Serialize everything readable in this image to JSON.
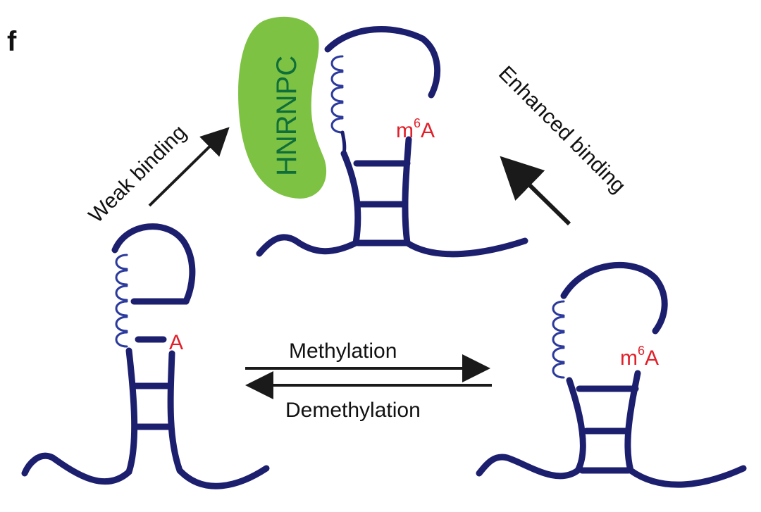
{
  "panel_label": "f",
  "protein_label": "HNRNPC",
  "arrows": {
    "weak_binding": "Weak binding",
    "enhanced_binding": "Enhanced binding",
    "methylation": "Methylation",
    "demethylation": "Demethylation"
  },
  "rna_left": {
    "u_tract": [
      "U",
      "U",
      "U",
      "U",
      "U"
    ],
    "site_label": "A"
  },
  "rna_top": {
    "u_tract": [
      "U",
      "U",
      "U",
      "U",
      "U"
    ],
    "site_label_base": "m",
    "site_label_sup": "6",
    "site_label_tail": "A"
  },
  "rna_right": {
    "u_tract": [
      "U",
      "U",
      "U",
      "U",
      "U"
    ],
    "site_label_base": "m",
    "site_label_sup": "6",
    "site_label_tail": "A"
  },
  "colors": {
    "rna_strand": "#1c1f6e",
    "u_tract": "#2b3a9c",
    "modification_site": "#e0202a",
    "protein_fill": "#7dc242",
    "protein_text": "#0f6e3a",
    "arrow": "#1a1a1a"
  }
}
